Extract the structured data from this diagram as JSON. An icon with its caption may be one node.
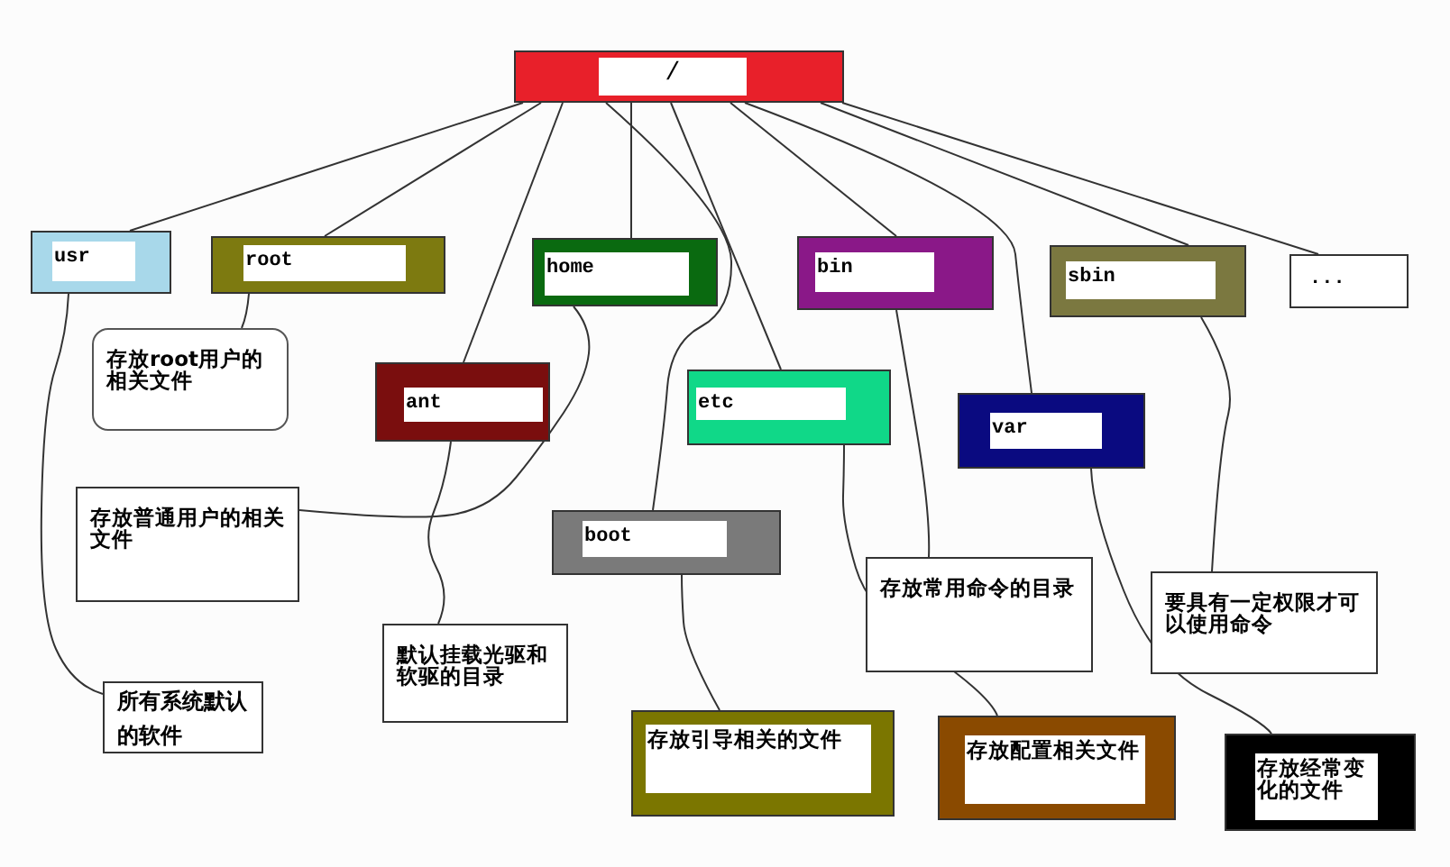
{
  "diagram": {
    "nodes": [
      {
        "text": [
          "/"
        ]
      },
      {
        "text": [
          "usr"
        ]
      },
      {
        "text": [
          "root"
        ]
      },
      {
        "text": [
          "home"
        ]
      },
      {
        "text": [
          "bin"
        ]
      },
      {
        "text": [
          "sbin"
        ]
      },
      {
        "text": [
          "..."
        ]
      },
      {
        "text": [
          "ant"
        ]
      },
      {
        "text": [
          "etc"
        ]
      },
      {
        "text": [
          "var"
        ]
      },
      {
        "text": [
          "boot"
        ]
      },
      {
        "text": [
          "存放root用户的相关文件"
        ]
      },
      {
        "text": [
          "存放普通用户的相关文件"
        ]
      },
      {
        "text": [
          "默认挂载光驱和软驱的目录"
        ]
      },
      {
        "text": [
          "所有系统默认的软件"
        ]
      },
      {
        "text": [
          "存放常用命令的目录"
        ]
      },
      {
        "text": [
          "要具有一定权限才可以使用命令"
        ]
      },
      {
        "text": [
          "存放引导相关的文件"
        ]
      },
      {
        "text": [
          "存放配置相关文件"
        ]
      },
      {
        "text": [
          "存放经常变化的文件"
        ]
      }
    ],
    "edges": [
      {
        "from": 0,
        "to": 1,
        "arrow": "none"
      },
      {
        "from": 0,
        "to": 2,
        "arrow": "none"
      },
      {
        "from": 0,
        "to": 3,
        "arrow": "none"
      },
      {
        "from": 0,
        "to": 4,
        "arrow": "none"
      },
      {
        "from": 0,
        "to": 5,
        "arrow": "none"
      },
      {
        "from": 0,
        "to": 6,
        "arrow": "none"
      },
      {
        "from": 0,
        "to": 7,
        "arrow": "none"
      },
      {
        "from": 0,
        "to": 8,
        "arrow": "none"
      },
      {
        "from": 0,
        "to": 9,
        "arrow": "none"
      },
      {
        "from": 0,
        "to": 10,
        "arrow": "none"
      },
      {
        "from": 1,
        "to": 14,
        "arrow": "none"
      },
      {
        "from": 2,
        "to": 11,
        "arrow": "none"
      },
      {
        "from": 3,
        "to": 12,
        "arrow": "none"
      },
      {
        "from": 7,
        "to": 13,
        "arrow": "none"
      },
      {
        "from": 10,
        "to": 17,
        "arrow": "none"
      },
      {
        "from": 4,
        "to": 15,
        "arrow": "none"
      },
      {
        "from": 8,
        "to": 18,
        "arrow": "none"
      },
      {
        "from": 9,
        "to": 19,
        "arrow": "none"
      },
      {
        "from": 5,
        "to": 16,
        "arrow": "none"
      }
    ]
  }
}
